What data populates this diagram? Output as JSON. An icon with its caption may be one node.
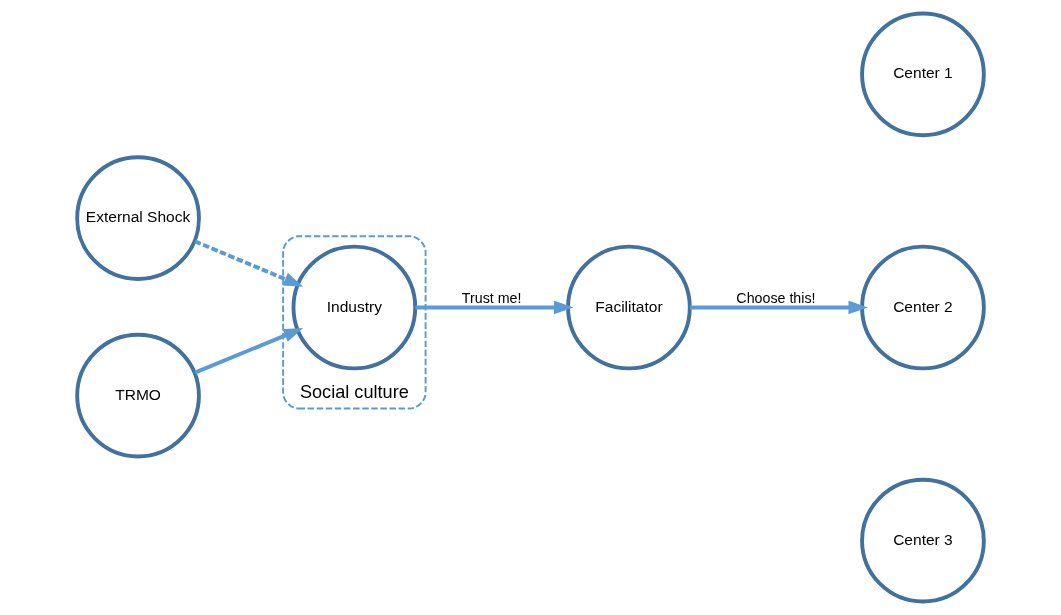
{
  "diagram": {
    "nodes": [
      {
        "text": [
          "External Shock"
        ]
      },
      {
        "text": [
          "Social culture"
        ]
      },
      {
        "text": [
          "Industry"
        ],
        "in": 1
      },
      {
        "text": [
          "TRMO"
        ]
      },
      {
        "text": [
          "Facilitator"
        ]
      },
      {
        "text": [
          "Center 1"
        ]
      },
      {
        "text": [
          "Center 2"
        ]
      },
      {
        "text": [
          "Center 3"
        ]
      }
    ],
    "edges": [
      {
        "from": 0,
        "to": 2,
        "arrow": "to",
        "style": "dashed"
      },
      {
        "from": 3,
        "to": 2,
        "arrow": "to"
      },
      {
        "from": 2,
        "to": 4,
        "arrow": "to",
        "label": "Trust me!"
      },
      {
        "from": 4,
        "to": 6,
        "arrow": "to",
        "label": "Choose this!"
      }
    ]
  }
}
